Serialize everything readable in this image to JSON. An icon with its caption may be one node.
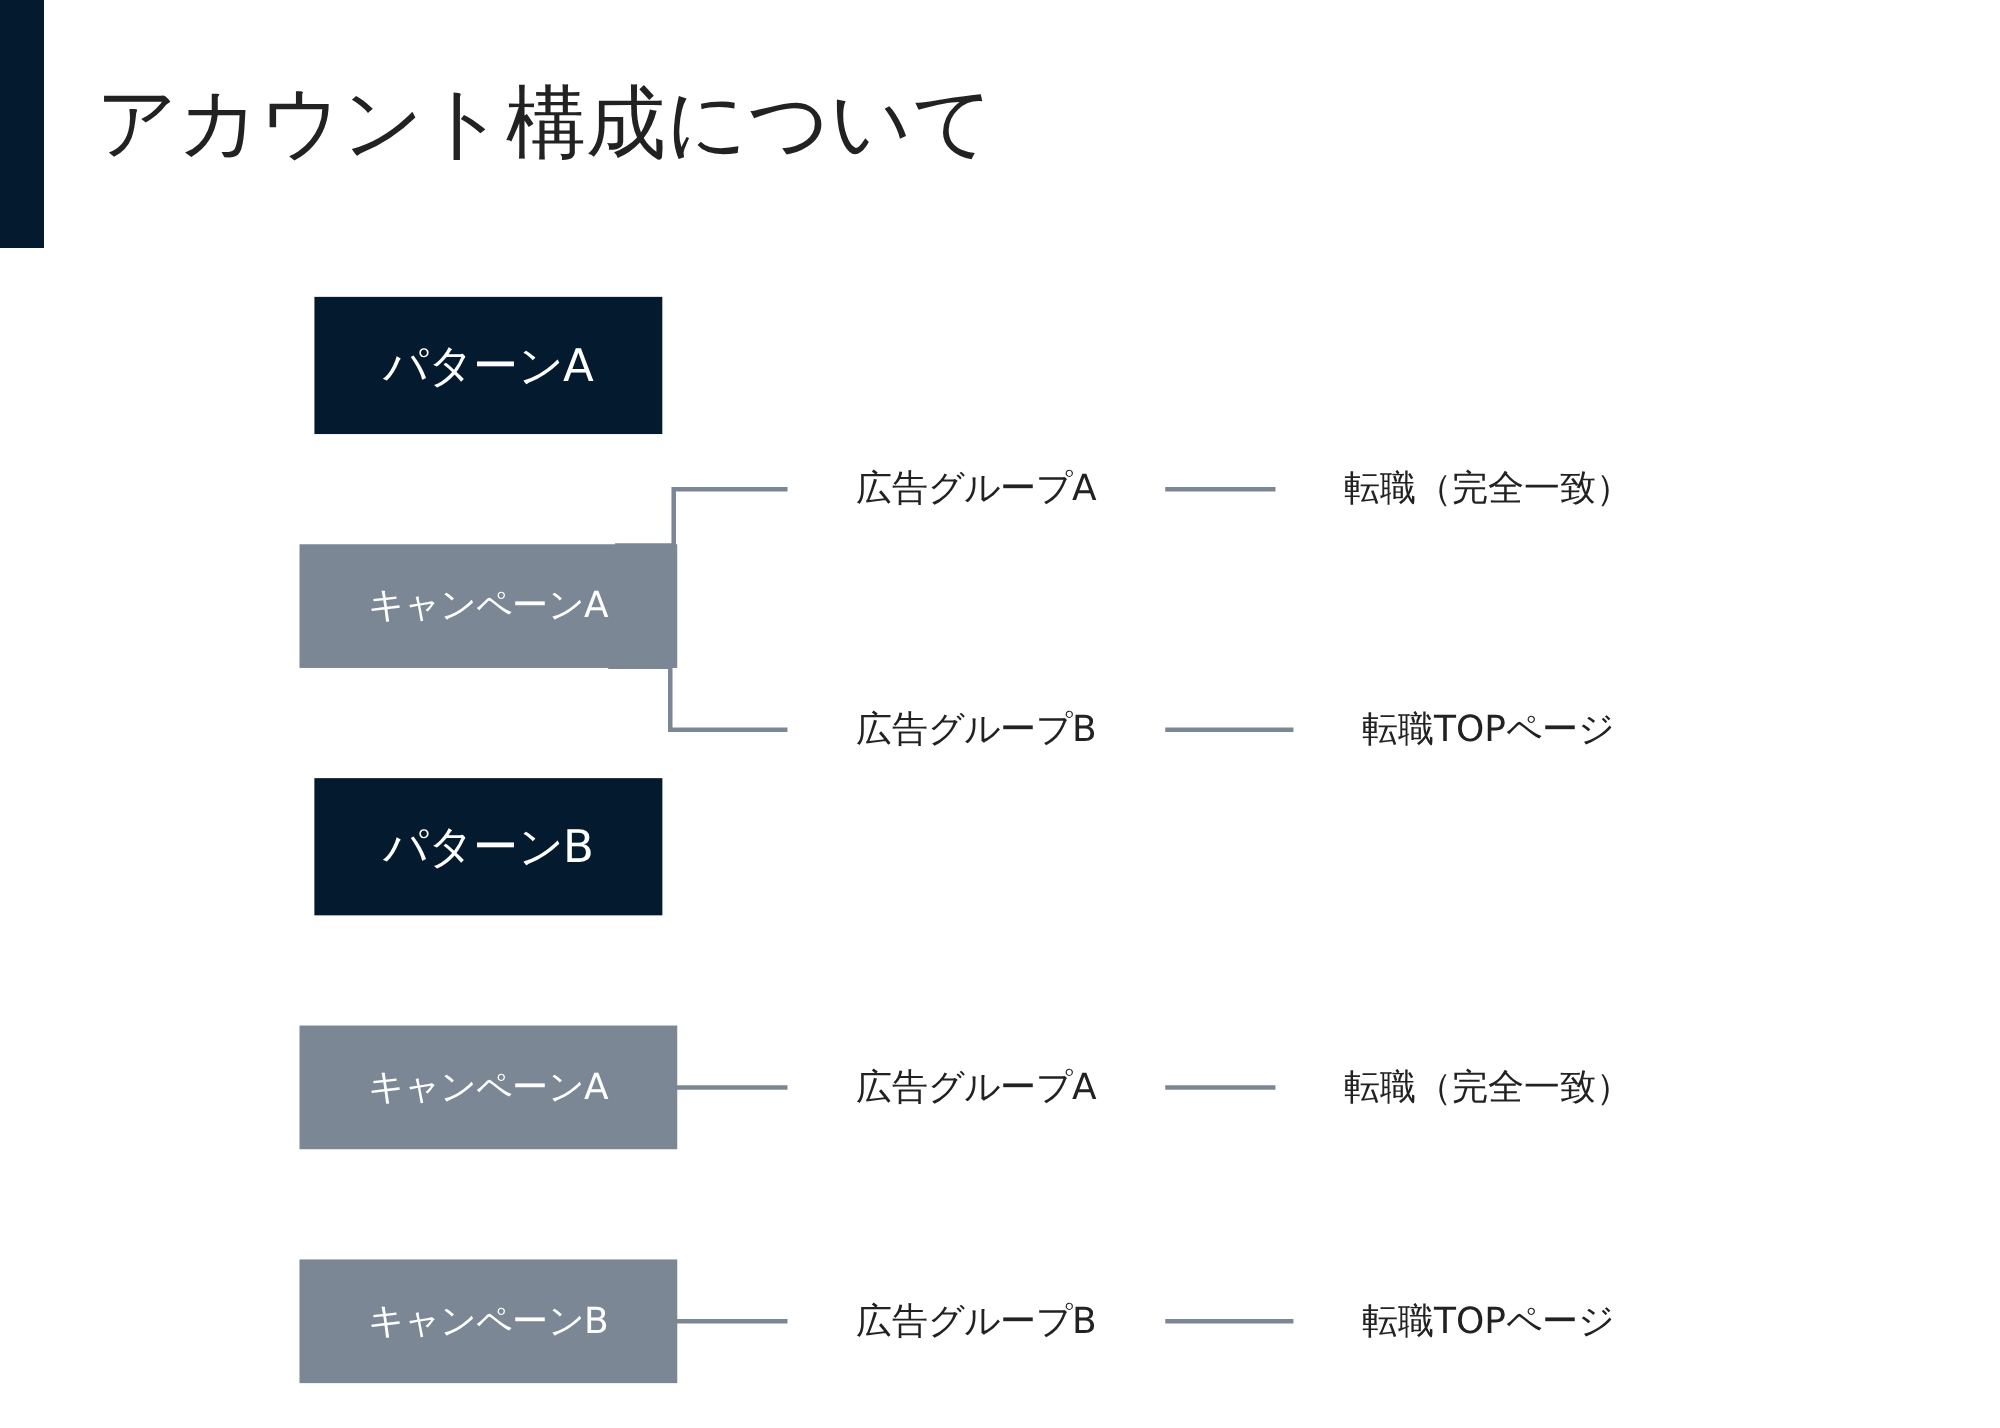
{
  "diagram": {
    "title": "アカウント構成について",
    "nodes": [
      {
        "text": [
          "パターンA"
        ]
      },
      {
        "text": [
          "キャンペーンA"
        ]
      },
      {
        "text": [
          "広告グループA"
        ]
      },
      {
        "text": [
          "転職（完全一致）"
        ]
      },
      {
        "text": [
          "広告グループB"
        ]
      },
      {
        "text": [
          "転職TOPページ"
        ]
      },
      {
        "text": [
          "パターンB"
        ]
      },
      {
        "text": [
          "キャンペーンA"
        ]
      },
      {
        "text": [
          "広告グループA"
        ]
      },
      {
        "text": [
          "転職（完全一致）"
        ]
      },
      {
        "text": [
          "キャンペーンB"
        ]
      },
      {
        "text": [
          "広告グループB"
        ]
      },
      {
        "text": [
          "転職TOPページ"
        ]
      }
    ],
    "edges": [
      {
        "from": 1,
        "to": 2,
        "arrow": "none"
      },
      {
        "from": 2,
        "to": 3,
        "arrow": "none"
      },
      {
        "from": 1,
        "to": 4,
        "arrow": "none"
      },
      {
        "from": 4,
        "to": 5,
        "arrow": "none"
      },
      {
        "from": 7,
        "to": 8,
        "arrow": "none"
      },
      {
        "from": 8,
        "to": 9,
        "arrow": "none"
      },
      {
        "from": 10,
        "to": 11,
        "arrow": "none"
      },
      {
        "from": 11,
        "to": 12,
        "arrow": "none"
      }
    ]
  }
}
